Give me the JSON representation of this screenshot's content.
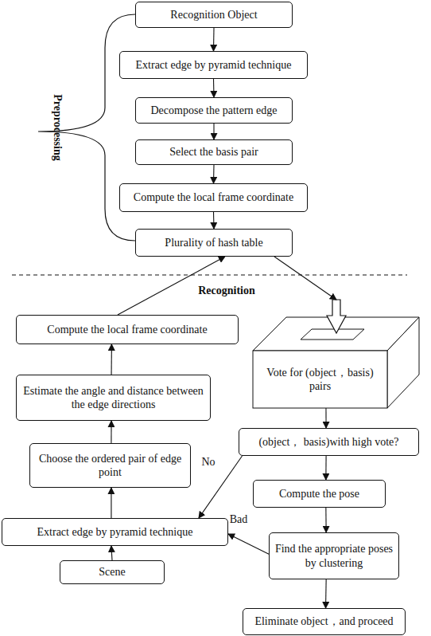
{
  "diagram": {
    "nodes": [
      {
        "text": [
          "Recognition Object"
        ]
      },
      {
        "text": [
          "Extract edge by pyramid technique"
        ]
      },
      {
        "text": [
          "Decompose the pattern edge"
        ]
      },
      {
        "text": [
          "Select the basis pair"
        ]
      },
      {
        "text": [
          "Compute the local frame coordinate"
        ]
      },
      {
        "text": [
          "Plurality of hash table"
        ]
      },
      {
        "text": [
          "Compute the local frame coordinate"
        ]
      },
      {
        "text": [
          "Estimate the angle and distance between the edge directions"
        ]
      },
      {
        "text": [
          "Choose the ordered pair of edge point"
        ]
      },
      {
        "text": [
          "Extract edge by pyramid technique"
        ]
      },
      {
        "text": [
          "Scene"
        ]
      },
      {
        "text": [
          "Vote for (object，basis) pairs"
        ]
      },
      {
        "text": [
          "(object， basis)with high vote?"
        ]
      },
      {
        "text": [
          "Compute the pose"
        ]
      },
      {
        "text": [
          "Find the appropriate poses by clustering"
        ]
      },
      {
        "text": [
          "Eliminate object，and proceed"
        ]
      }
    ],
    "edges": [
      {
        "from": 0,
        "to": 1,
        "arrow": "to"
      },
      {
        "from": 1,
        "to": 2,
        "arrow": "to"
      },
      {
        "from": 2,
        "to": 3,
        "arrow": "to"
      },
      {
        "from": 3,
        "to": 4,
        "arrow": "to"
      },
      {
        "from": 4,
        "to": 5,
        "arrow": "to"
      },
      {
        "from": 10,
        "to": 9,
        "arrow": "to"
      },
      {
        "from": 9,
        "to": 8,
        "arrow": "to"
      },
      {
        "from": 8,
        "to": 7,
        "arrow": "to"
      },
      {
        "from": 7,
        "to": 6,
        "arrow": "to"
      },
      {
        "from": 6,
        "to": 5,
        "arrow": "to"
      },
      {
        "from": 5,
        "to": 11,
        "arrow": "to"
      },
      {
        "from": 11,
        "to": 12,
        "arrow": "to"
      },
      {
        "from": 12,
        "to": 13,
        "arrow": "to"
      },
      {
        "from": 13,
        "to": 14,
        "arrow": "to"
      },
      {
        "from": 14,
        "to": 15,
        "arrow": "to"
      },
      {
        "from": 12,
        "to": 9,
        "label": "No",
        "arrow": "to"
      },
      {
        "from": 14,
        "to": 9,
        "label": "Bad",
        "arrow": "to"
      }
    ],
    "labels": [
      "Preprocessing",
      "Recognition"
    ]
  }
}
